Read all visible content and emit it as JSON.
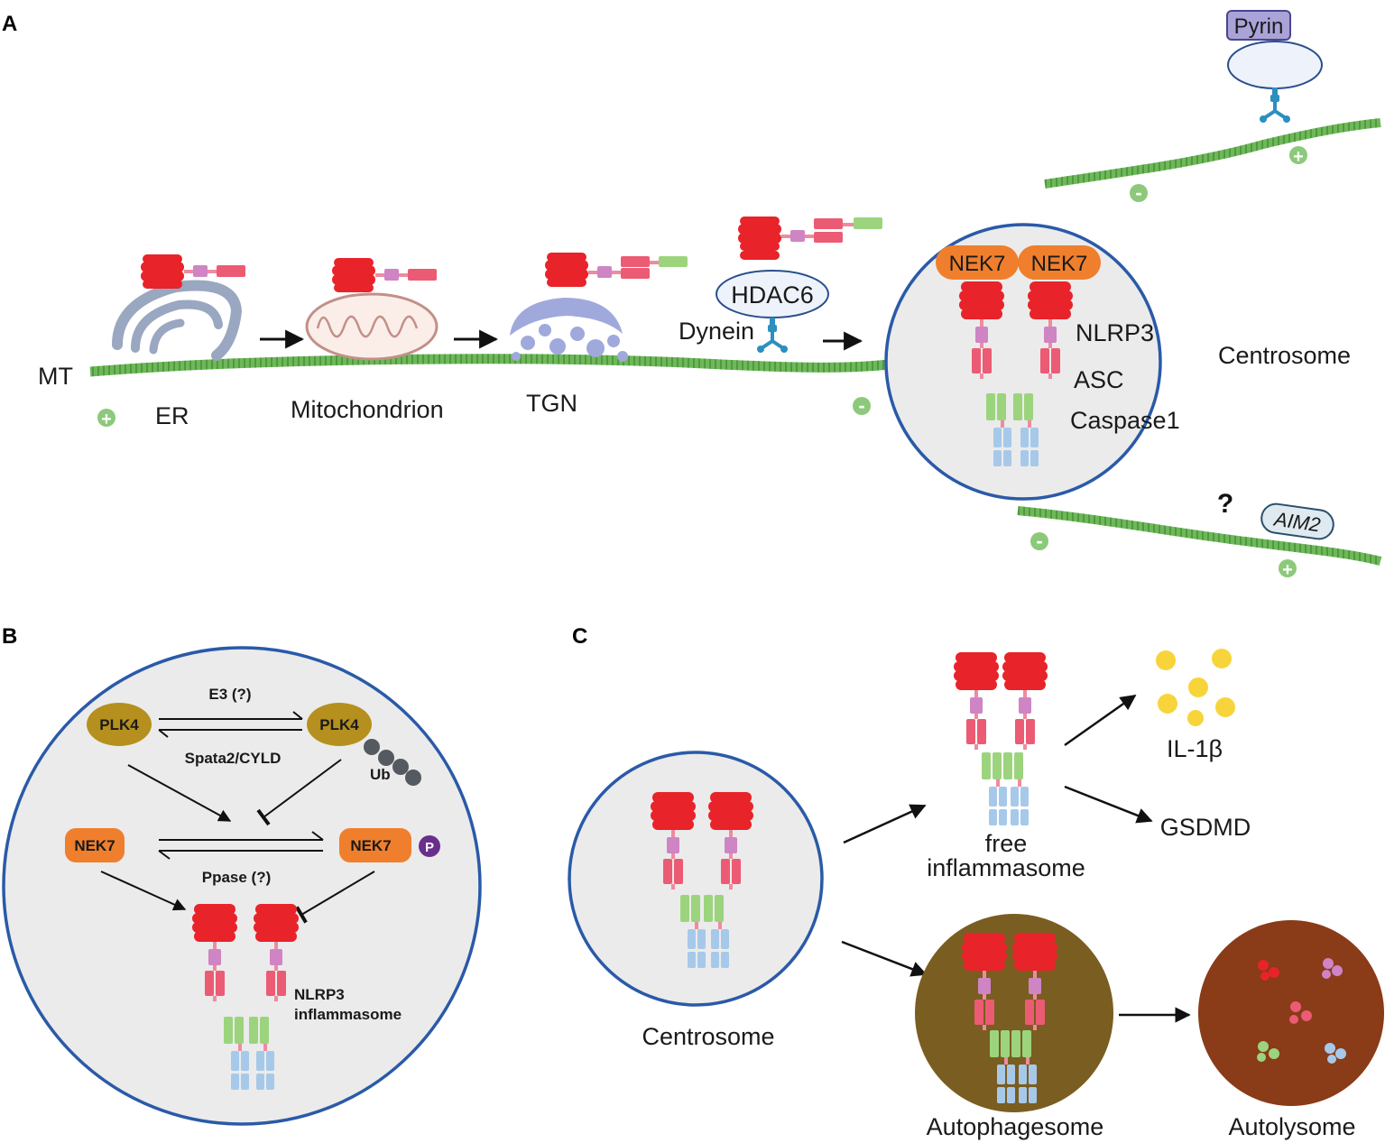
{
  "panels": {
    "a": "A",
    "b": "B",
    "c": "C"
  },
  "panel_a": {
    "mt": "MT",
    "er": "ER",
    "mitochondrion": "Mitochondrion",
    "tgn": "TGN",
    "hdac6": "HDAC6",
    "dynein": "Dynein",
    "nek7": "NEK7",
    "nlrp3": "NLRP3",
    "asc": "ASC",
    "caspase1": "Caspase1",
    "centrosome": "Centrosome",
    "pyrin": "Pyrin",
    "aim2": "AIM2",
    "question": "?",
    "plus": "+",
    "minus": "-"
  },
  "panel_b": {
    "plk4": "PLK4",
    "e3": "E3 (?)",
    "spata2": "Spata2/CYLD",
    "ub": "Ub",
    "nek7": "NEK7",
    "p": "P",
    "ppase": "Ppase (?)",
    "nlrp3_line1": "NLRP3",
    "nlrp3_line2": "inflammasome"
  },
  "panel_c": {
    "free_line1": "free",
    "free_line2": "inflammasome",
    "il1b": "IL-1β",
    "gsdmd": "GSDMD",
    "centrosome": "Centrosome",
    "autophagesome": "Autophagesome",
    "autolysome": "Autolysome"
  },
  "colors": {
    "nlrp3": "#e8232a",
    "pyd": "#cf84c4",
    "asc": "#ec5b74",
    "card": "#9cd47e",
    "caspase": "#a7c9e9",
    "nek7": "#ef7f2d",
    "plk4": "#b5901e",
    "microtubule": "#5eaa4a",
    "membrane": "#2a5aa8",
    "cell_fill": "#ebebeb",
    "autophagosome": "#7a5d20",
    "autolysosome": "#8a3b18"
  }
}
